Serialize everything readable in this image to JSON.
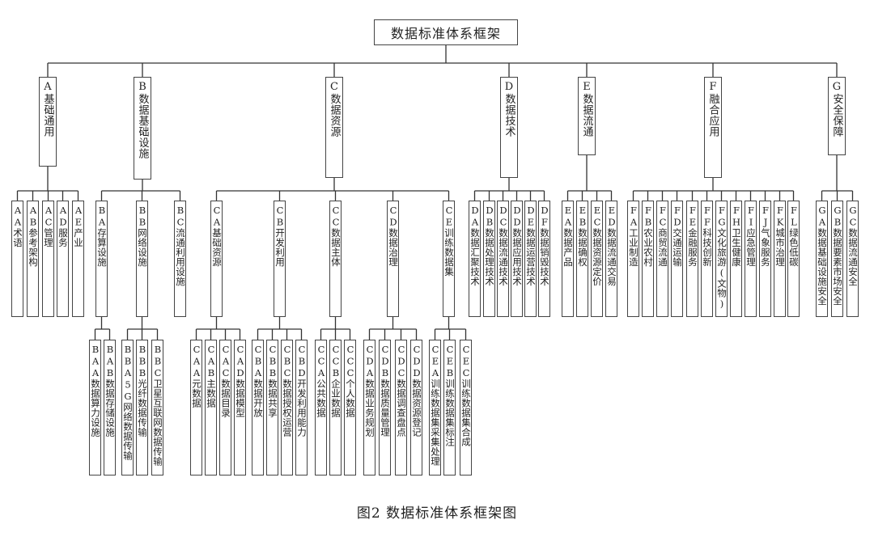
{
  "root": "数据标准体系框架",
  "caption": "图2 数据标准体系框架图",
  "categories": [
    {
      "code": "A",
      "label": "A基础通用",
      "children": [
        {
          "code": "AA",
          "label": "AA术语"
        },
        {
          "code": "AB",
          "label": "AB参考架构"
        },
        {
          "code": "AC",
          "label": "AC管理"
        },
        {
          "code": "AD",
          "label": "AD服务"
        },
        {
          "code": "AE",
          "label": "AE产业"
        }
      ]
    },
    {
      "code": "B",
      "label": "B数据基础设施",
      "children": [
        {
          "code": "BA",
          "label": "BA存算设施",
          "children": [
            {
              "code": "BAA",
              "label": "BAA数据算力设施"
            },
            {
              "code": "BAB",
              "label": "BAB数据存储设施"
            }
          ]
        },
        {
          "code": "BB",
          "label": "BB网络设施",
          "children": [
            {
              "code": "BBA",
              "label": "BBA5G网络数据传输"
            },
            {
              "code": "BBB",
              "label": "BBB光纤数据传输"
            },
            {
              "code": "BBC",
              "label": "BBC卫星互联网数据传输"
            }
          ]
        },
        {
          "code": "BC",
          "label": "BC流通利用设施"
        }
      ]
    },
    {
      "code": "C",
      "label": "C数据资源",
      "children": [
        {
          "code": "CA",
          "label": "CA基础资源",
          "children": [
            {
              "code": "CAA",
              "label": "CAA元数据"
            },
            {
              "code": "CAB",
              "label": "CAB主数据"
            },
            {
              "code": "CAC",
              "label": "CAC数据目录"
            },
            {
              "code": "CAD",
              "label": "CAD数据模型"
            }
          ]
        },
        {
          "code": "CB",
          "label": "CB开发利用",
          "children": [
            {
              "code": "CBA",
              "label": "CBA数据开放"
            },
            {
              "code": "CBB",
              "label": "CBB数据共享"
            },
            {
              "code": "CBC",
              "label": "CBC数据授权运营"
            },
            {
              "code": "CBD",
              "label": "CBD开发利用能力"
            }
          ]
        },
        {
          "code": "CC",
          "label": "CC数据主体",
          "children": [
            {
              "code": "CCA",
              "label": "CCA公共数据"
            },
            {
              "code": "CCB",
              "label": "CCB企业数据"
            },
            {
              "code": "CCC",
              "label": "CCC个人数据"
            }
          ]
        },
        {
          "code": "CD",
          "label": "CD数据治理",
          "children": [
            {
              "code": "CDA",
              "label": "CDA数据业务规划"
            },
            {
              "code": "CDB",
              "label": "CDB数据质量管理"
            },
            {
              "code": "CDC",
              "label": "CDC数据调查盘点"
            },
            {
              "code": "CDD",
              "label": "CDD数据资源登记"
            }
          ]
        },
        {
          "code": "CE",
          "label": "CE训练数据集",
          "children": [
            {
              "code": "CEA",
              "label": "CEA训练数据集采集处理"
            },
            {
              "code": "CEB",
              "label": "CEB训练数据集标注"
            },
            {
              "code": "CEC",
              "label": "CEC训练数据集合成"
            }
          ]
        }
      ]
    },
    {
      "code": "D",
      "label": "D数据技术",
      "children": [
        {
          "code": "DA",
          "label": "DA数据汇聚技术"
        },
        {
          "code": "DB",
          "label": "DB数据处理技术"
        },
        {
          "code": "DC",
          "label": "DC数据流通技术"
        },
        {
          "code": "DD",
          "label": "DD数据应用技术"
        },
        {
          "code": "DE",
          "label": "DE数据运营技术"
        },
        {
          "code": "DF",
          "label": "DF数据销毁技术"
        }
      ]
    },
    {
      "code": "E",
      "label": "E数据流通",
      "children": [
        {
          "code": "EA",
          "label": "EA数据产品"
        },
        {
          "code": "EB",
          "label": "EB数据确权"
        },
        {
          "code": "EC",
          "label": "EC数据资源定价"
        },
        {
          "code": "ED",
          "label": "ED数据流通交易"
        }
      ]
    },
    {
      "code": "F",
      "label": "F融合应用",
      "children": [
        {
          "code": "FA",
          "label": "FA工业制造"
        },
        {
          "code": "FB",
          "label": "FB农业农村"
        },
        {
          "code": "FC",
          "label": "FC商贸流通"
        },
        {
          "code": "FD",
          "label": "FD交通运输"
        },
        {
          "code": "FE",
          "label": "FE金融服务"
        },
        {
          "code": "FF",
          "label": "FF科技创新"
        },
        {
          "code": "FG",
          "label": "FG文化旅游(文物)"
        },
        {
          "code": "FH",
          "label": "FH卫生健康"
        },
        {
          "code": "FI",
          "label": "FI应急管理"
        },
        {
          "code": "FJ",
          "label": "FJ气象服务"
        },
        {
          "code": "FK",
          "label": "FK城市治理"
        },
        {
          "code": "FL",
          "label": "FL绿色低碳"
        }
      ]
    },
    {
      "code": "G",
      "label": "G安全保障",
      "children": [
        {
          "code": "GA",
          "label": "GA数据基础设施安全"
        },
        {
          "code": "GB",
          "label": "GB数据要素市场安全"
        },
        {
          "code": "GC",
          "label": "GC数据流通安全"
        }
      ]
    }
  ]
}
